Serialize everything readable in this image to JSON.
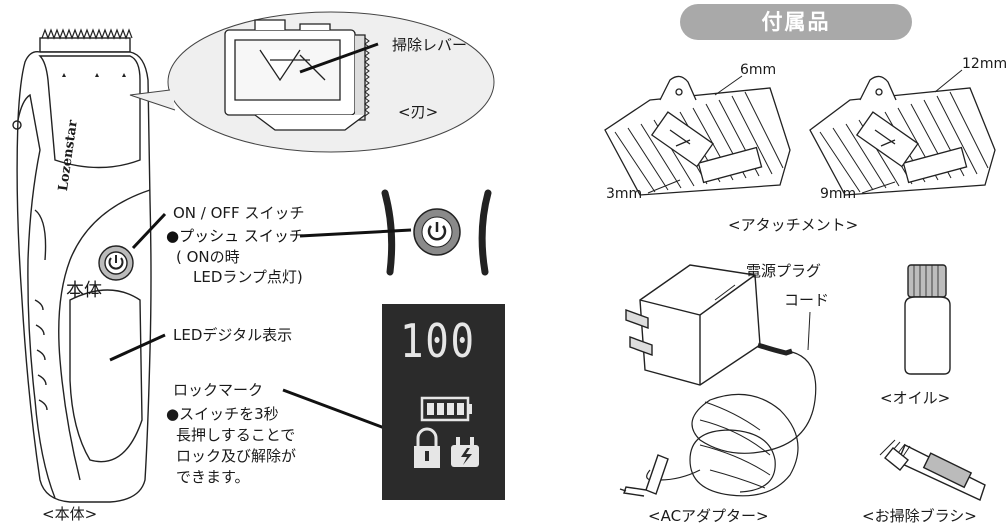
{
  "header": {
    "accessories_title": "付属品"
  },
  "body_section": {
    "blade_label": "掃除レバー",
    "blade_caption": "<刃>",
    "brand": "Lozenstar",
    "onoff_label": "ON / OFF スイッチ",
    "push_switch_bullet": "●プッシュ スイッチ",
    "push_switch_note_1": "( ONの時",
    "push_switch_note_2": "LEDランプ点灯)",
    "main_unit_label": "本体",
    "led_label": "LEDデジタル表示",
    "lock_label": "ロックマーク",
    "lock_note_1": "●スイッチを3秒",
    "lock_note_2": "長押しすることで",
    "lock_note_3": "ロック及び解除が",
    "lock_note_4": "できます。",
    "display_value": "100",
    "body_caption": "<本体>"
  },
  "attachments": {
    "sizes": [
      "6mm",
      "3mm",
      "12mm",
      "9mm"
    ],
    "caption": "<アタッチメント>"
  },
  "adapter": {
    "plug_label": "電源プラグ",
    "cord_label": "コード",
    "caption": "<ACアダプター>"
  },
  "oil": {
    "caption": "<オイル>"
  },
  "brush": {
    "caption": "<お掃除ブラシ>"
  },
  "colors": {
    "pill_bg": "#a9a9a9",
    "display_bg": "#2b2b2b",
    "display_digit": "#e6e6e6"
  }
}
